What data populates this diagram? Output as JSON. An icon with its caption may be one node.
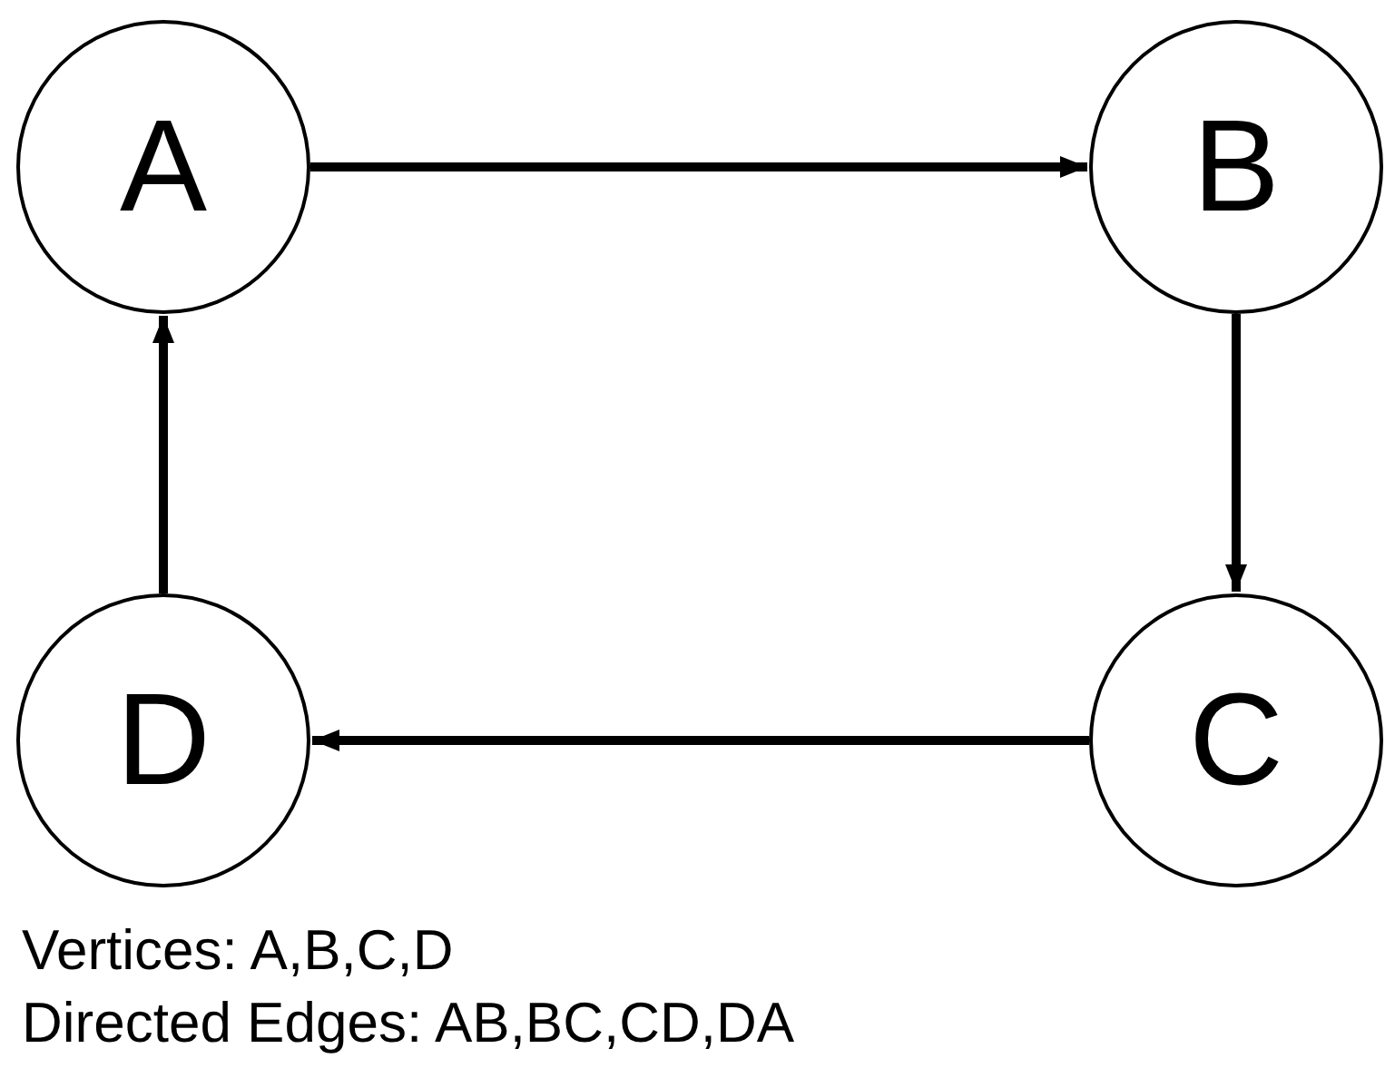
{
  "diagram": {
    "nodes": [
      {
        "text": [
          "A"
        ]
      },
      {
        "text": [
          "B"
        ]
      },
      {
        "text": [
          "C"
        ]
      },
      {
        "text": [
          "D"
        ]
      }
    ],
    "edges": [
      {
        "from": 0,
        "to": 1,
        "arrow": "to"
      },
      {
        "from": 1,
        "to": 2,
        "arrow": "to"
      },
      {
        "from": 2,
        "to": 3,
        "arrow": "to"
      },
      {
        "from": 3,
        "to": 0,
        "arrow": "to"
      }
    ],
    "labels": [
      "Vertices: A,B,C,D",
      "Directed Edges: AB,BC,CD,DA"
    ]
  }
}
